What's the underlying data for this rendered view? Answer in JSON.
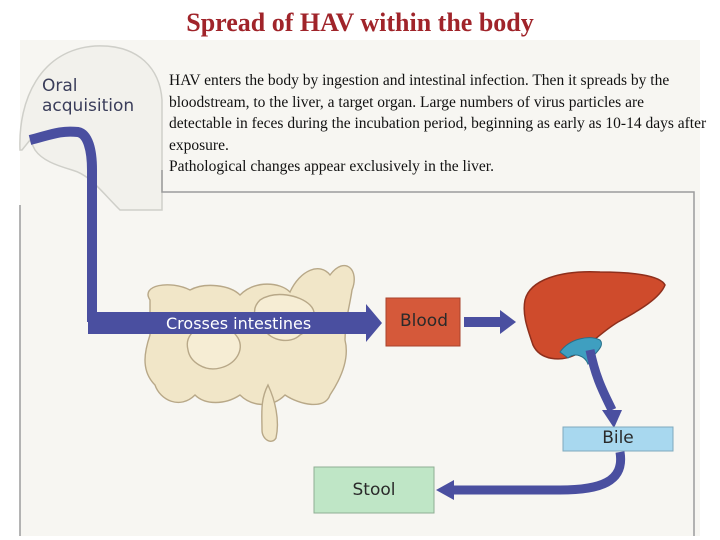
{
  "title": "Spread of HAV within the body",
  "caption": {
    "line1": "HAV enters the body by ingestion and intestinal infection. Then it spreads by the bloodstream, to the liver, a target organ. Large numbers of virus particles are detectable in feces during the incubation period, beginning as early as 10-14 days after exposure.",
    "line2": "Pathological changes appear exclusively in the liver."
  },
  "diagram": {
    "oral_label_1": "Oral",
    "oral_label_2": "acquisition",
    "intestine_label": "Crosses intestines",
    "blood_label": "Blood",
    "bile_label": "Bile",
    "stool_label": "Stool",
    "colors": {
      "arrow": "#4a4fa0",
      "blood_box": "#d5593a",
      "liver": "#cf4b2c",
      "gallbladder": "#3f9fc0",
      "bile_box": "#a8d8ef",
      "stool_box": "#bfe6c6",
      "intestine": "#f1e6c8"
    }
  }
}
